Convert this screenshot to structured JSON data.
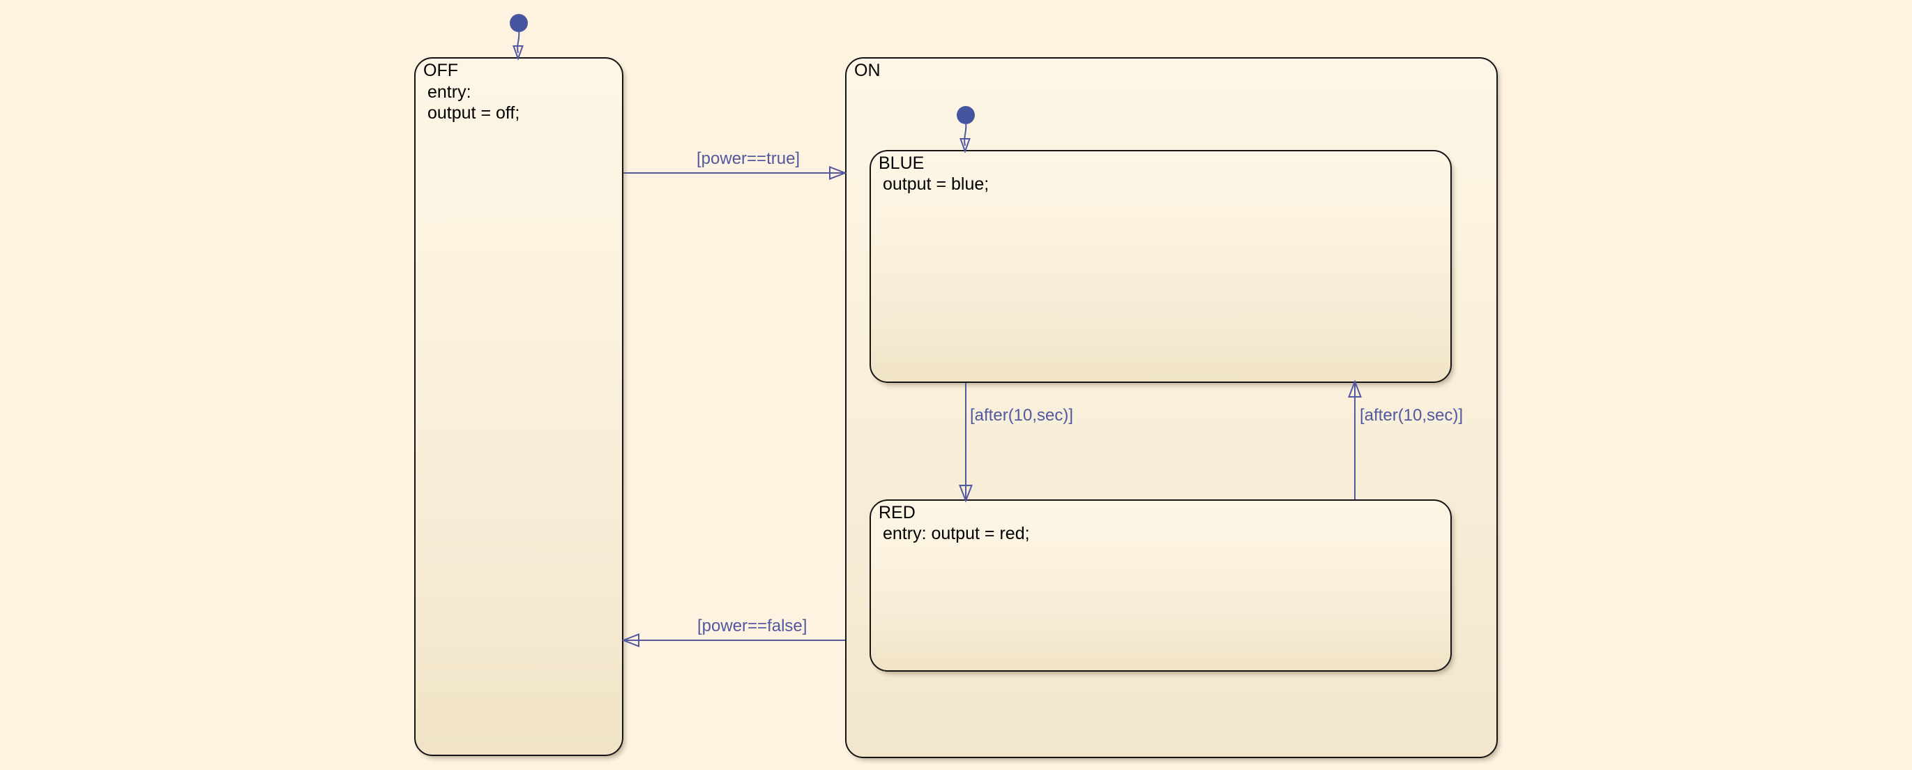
{
  "diagram": {
    "type": "stateflow-chart",
    "background_color": "#fdf3e0",
    "border_color": "#141414",
    "transition_color": "#5258a0",
    "junction_color": "#45549e"
  },
  "states": {
    "off": {
      "name": "OFF",
      "body": "entry:\noutput = off;"
    },
    "on": {
      "name": "ON",
      "body": ""
    },
    "blue": {
      "name": "BLUE",
      "body": "output = blue;"
    },
    "red": {
      "name": "RED",
      "body": "entry: output = red;"
    }
  },
  "transitions": {
    "off_to_on": {
      "label": "[power==true]"
    },
    "on_to_off": {
      "label": "[power==false]"
    },
    "blue_to_red": {
      "label": "[after(10,sec)]"
    },
    "red_to_blue": {
      "label": "[after(10,sec)]"
    }
  }
}
